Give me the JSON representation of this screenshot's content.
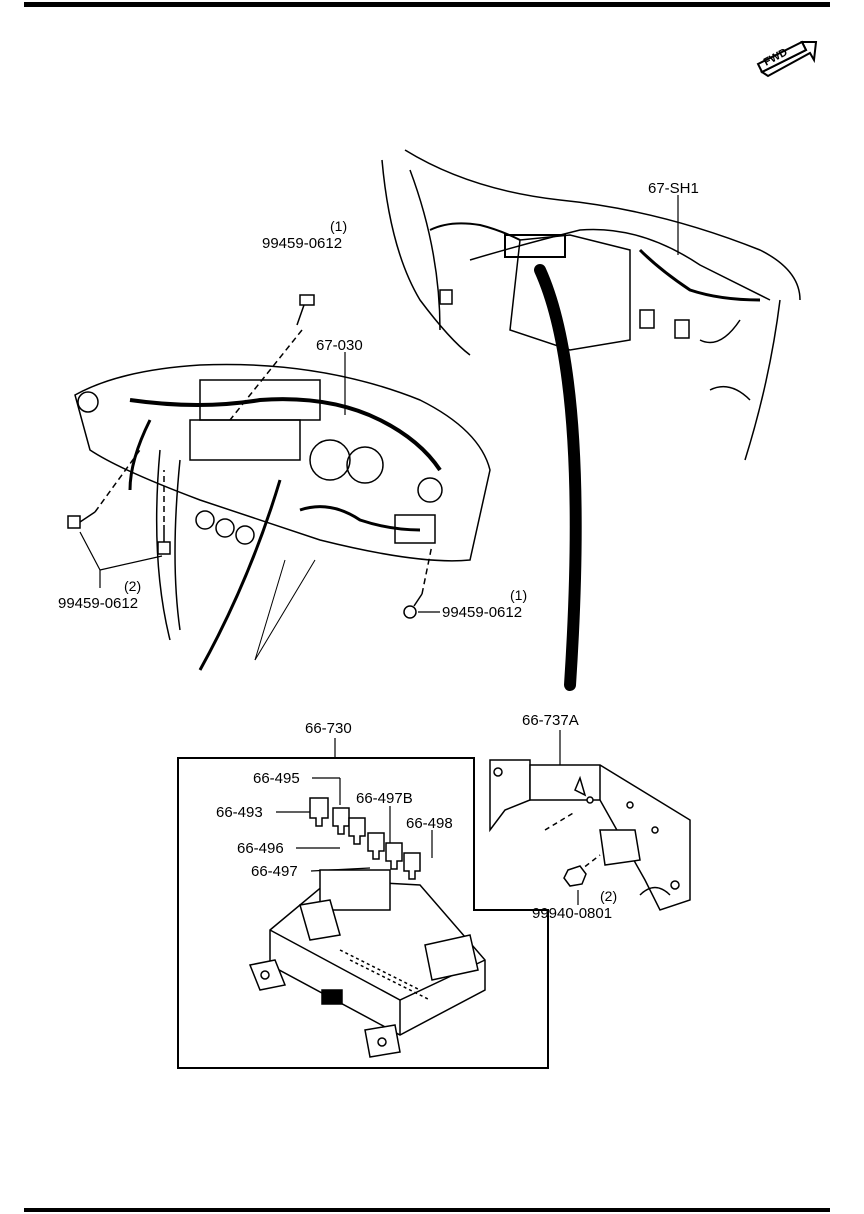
{
  "fwd_indicator": {
    "text": "FWD",
    "icon": "forward-arrow-icon"
  },
  "callouts": [
    {
      "id": "harness-rear",
      "part": "67-SH1",
      "qty": ""
    },
    {
      "id": "bolt-top",
      "part": "99459-0612",
      "qty": "(1)"
    },
    {
      "id": "dash-harness",
      "part": "67-030",
      "qty": ""
    },
    {
      "id": "bolt-left",
      "part": "99459-0612",
      "qty": "(2)"
    },
    {
      "id": "bolt-right",
      "part": "99459-0612",
      "qty": "(1)"
    },
    {
      "id": "junction-box",
      "part": "66-730",
      "qty": ""
    },
    {
      "id": "bracket",
      "part": "66-737A",
      "qty": ""
    },
    {
      "id": "nut",
      "part": "99940-0801",
      "qty": "(2)"
    },
    {
      "id": "fuse-495",
      "part": "66-495",
      "qty": ""
    },
    {
      "id": "fuse-493",
      "part": "66-493",
      "qty": ""
    },
    {
      "id": "fuse-497b",
      "part": "66-497B",
      "qty": ""
    },
    {
      "id": "fuse-496",
      "part": "66-496",
      "qty": ""
    },
    {
      "id": "fuse-498",
      "part": "66-498",
      "qty": ""
    },
    {
      "id": "fuse-497",
      "part": "66-497",
      "qty": ""
    }
  ]
}
